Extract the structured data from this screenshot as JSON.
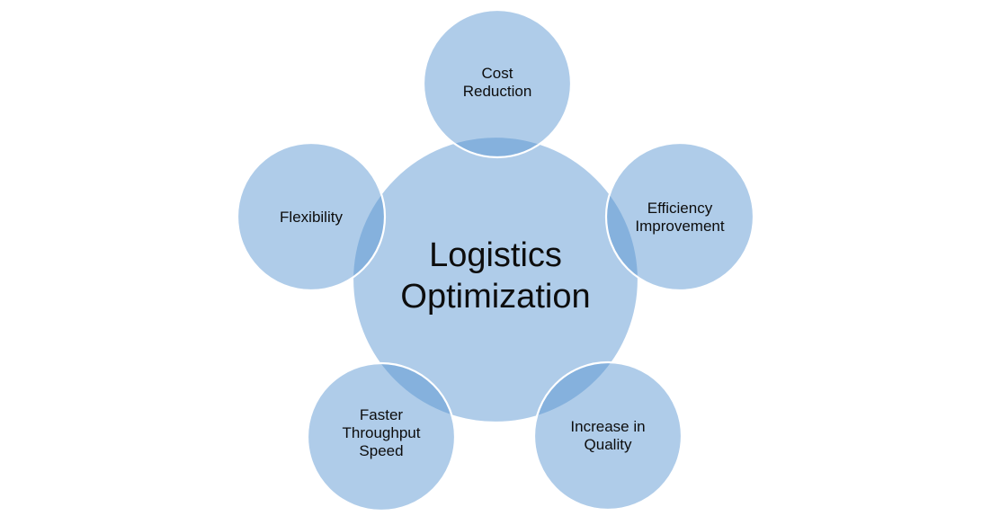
{
  "diagram": {
    "title": "Logistics Optimization",
    "circle_fill": "rgba(88,149,208,0.48)",
    "circle_stroke": "#ffffff",
    "overlap_color_observed": "#84B2DF",
    "light_fill_observed": "#AECCE8",
    "text_color": "#0d0d0d",
    "center": {
      "label": "Logistics Optimization",
      "lines": [
        "Logistics",
        "Optimization"
      ]
    },
    "satellites": [
      {
        "id": "cost-reduction",
        "label": "Cost Reduction",
        "lines": [
          "Cost",
          "Reduction"
        ]
      },
      {
        "id": "efficiency-improvement",
        "label": "Efficiency Improvement",
        "lines": [
          "Efficiency",
          "Improvement"
        ]
      },
      {
        "id": "increase-in-quality",
        "label": "Increase in Quality",
        "lines": [
          "Increase in",
          "Quality"
        ]
      },
      {
        "id": "faster-throughput-speed",
        "label": "Faster Throughput Speed",
        "lines": [
          "Faster",
          "Throughput",
          "Speed"
        ]
      },
      {
        "id": "flexibility",
        "label": "Flexibility",
        "lines": [
          "Flexibility"
        ]
      }
    ]
  }
}
